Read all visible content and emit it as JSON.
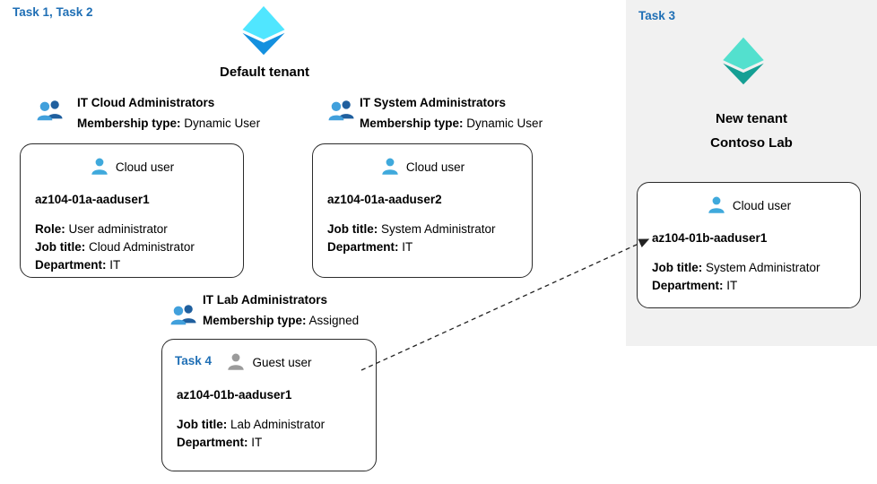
{
  "tasks": {
    "left_label": "Task 1, Task 2",
    "right_label": "Task 3",
    "task4_label": "Task 4"
  },
  "default_tenant": {
    "title": "Default tenant",
    "groups": [
      {
        "name": "IT Cloud Administrators",
        "membership_label": "Membership type:",
        "membership_value": "Dynamic User"
      },
      {
        "name": "IT System Administrators",
        "membership_label": "Membership type:",
        "membership_value": "Dynamic User"
      },
      {
        "name": "IT Lab Administrators",
        "membership_label": "Membership type:",
        "membership_value": "Assigned"
      }
    ],
    "users": [
      {
        "type_label": "Cloud user",
        "name": "az104-01a-aaduser1",
        "fields": [
          {
            "label": "Role:",
            "value": "User administrator"
          },
          {
            "label": "Job title:",
            "value": "Cloud Administrator"
          },
          {
            "label": "Department:",
            "value": "IT"
          }
        ]
      },
      {
        "type_label": "Cloud user",
        "name": "az104-01a-aaduser2",
        "fields": [
          {
            "label": "Job title:",
            "value": "System Administrator"
          },
          {
            "label": "Department:",
            "value": "IT"
          }
        ]
      },
      {
        "type_label": "Guest user",
        "name": "az104-01b-aaduser1",
        "fields": [
          {
            "label": "Job title:",
            "value": "Lab Administrator"
          },
          {
            "label": "Department:",
            "value": "IT"
          }
        ]
      }
    ]
  },
  "new_tenant": {
    "title_line1": "New tenant",
    "title_line2": "Contoso Lab",
    "user": {
      "type_label": "Cloud user",
      "name": "az104-01b-aaduser1",
      "fields": [
        {
          "label": "Job title:",
          "value": "System Administrator"
        },
        {
          "label": "Department:",
          "value": "IT"
        }
      ]
    }
  },
  "colors": {
    "task_label": "#1F6FB5",
    "panel_bg": "#F1F1F1",
    "icon_blue_light": "#50E6FF",
    "icon_blue_dark": "#1490DF",
    "icon_teal_light": "#53E0CE",
    "icon_teal_dark": "#159F94",
    "person_blue": "#3FA9DC",
    "person_gray": "#9B9B9B",
    "group_front": "#41A0DC",
    "group_back": "#1F5F9E"
  }
}
